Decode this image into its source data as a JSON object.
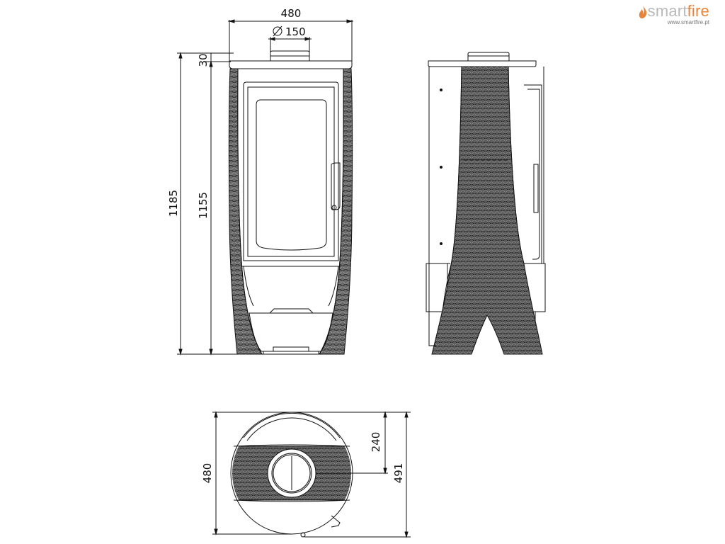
{
  "brand": {
    "name_main": "smart",
    "name_accent": "fire",
    "url": "www.smartfire.pt",
    "accent_color": "#e8833a"
  },
  "front_view": {
    "dims": {
      "width": "480",
      "flue_diameter": "150",
      "flue_height": "30",
      "total_height": "1185",
      "body_height": "1155"
    }
  },
  "top_view": {
    "dims": {
      "width": "480",
      "flue_offset": "240",
      "depth": "491"
    }
  }
}
